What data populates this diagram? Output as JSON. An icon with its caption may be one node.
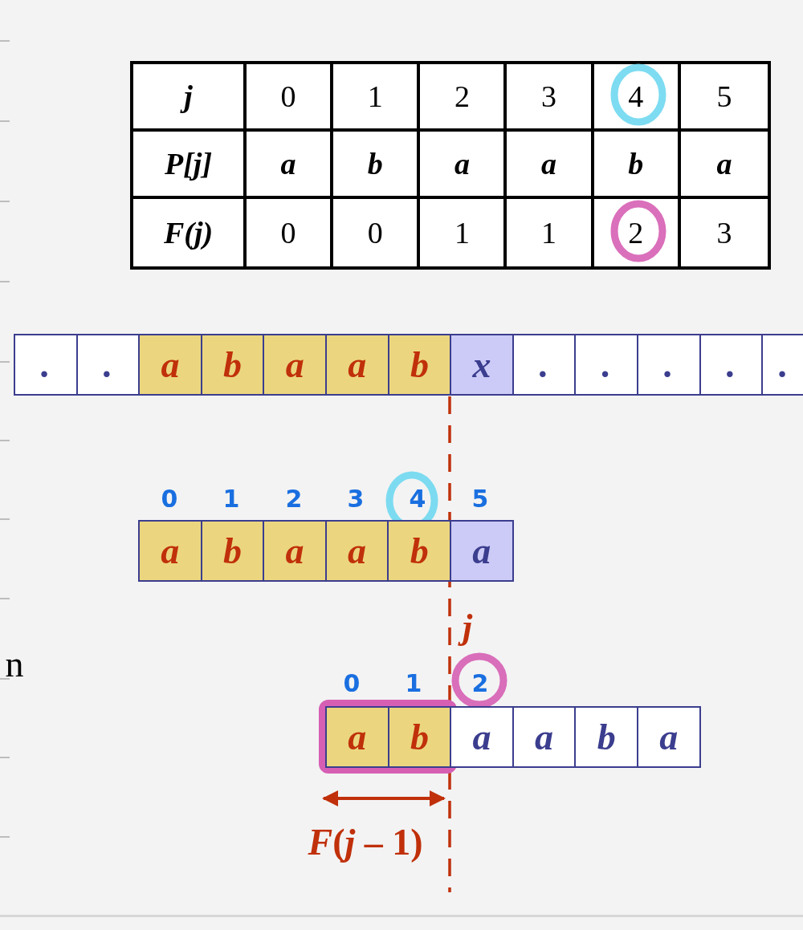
{
  "diagram": {
    "nodes": [
      {
        "text": [
          "."
        ]
      },
      {
        "text": [
          "."
        ]
      },
      {
        "text": [
          "a"
        ]
      },
      {
        "text": [
          "b"
        ]
      },
      {
        "text": [
          "a"
        ]
      },
      {
        "text": [
          "a"
        ]
      },
      {
        "text": [
          "b"
        ]
      },
      {
        "text": [
          "x"
        ]
      },
      {
        "text": [
          "."
        ]
      },
      {
        "text": [
          "."
        ]
      },
      {
        "text": [
          "."
        ]
      },
      {
        "text": [
          "."
        ]
      },
      {
        "text": [
          "."
        ]
      },
      {
        "text": [
          "a"
        ]
      },
      {
        "text": [
          "b"
        ]
      },
      {
        "text": [
          "a"
        ]
      },
      {
        "text": [
          "a"
        ]
      },
      {
        "text": [
          "b"
        ]
      },
      {
        "text": [
          "a"
        ]
      },
      {
        "text": [
          "a"
        ]
      },
      {
        "text": [
          "b"
        ]
      },
      {
        "text": [
          "a"
        ]
      },
      {
        "text": [
          "a"
        ]
      },
      {
        "text": [
          "b"
        ]
      },
      {
        "text": [
          "a"
        ]
      }
    ],
    "labels": [
      "j",
      "0",
      "1",
      "2",
      "3",
      "4",
      "5",
      "*P*[*j*]",
      "a",
      "b",
      "a",
      "a",
      "b",
      "a",
      "*F*(*j*)",
      "0",
      "0",
      "1",
      "1",
      "2",
      "3",
      "0",
      "1",
      "2",
      "3",
      "4",
      "5",
      "0",
      "1",
      "2",
      "j",
      "*F*(*j* – 1)",
      "n"
    ]
  }
}
